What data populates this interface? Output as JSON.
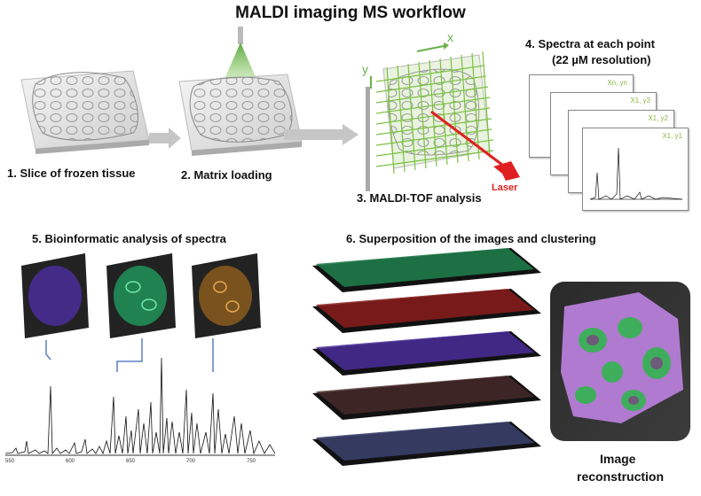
{
  "title": "MALDI imaging MS workflow",
  "steps": {
    "s1": "1. Slice of frozen tissue",
    "s2": "2. Matrix loading",
    "s3": "3. MALDI-TOF analysis",
    "s4_line1": "4. Spectra at each point",
    "s4_line2": "(22 µM resolution)",
    "s5": "5. Bioinformatic analysis of spectra",
    "s6": "6. Superposition of the images and clustering",
    "s7_line1": "Image",
    "s7_line2": "reconstruction"
  },
  "maldi": {
    "x_axis": "x",
    "y_axis": "y",
    "laser": "Laser"
  },
  "spectra_cards": [
    {
      "coord": "Xn, yn"
    },
    {
      "coord": "X1, y3"
    },
    {
      "coord": "X1, y2"
    },
    {
      "coord": "X1, y1"
    }
  ],
  "spectrum_ticks": [
    "550",
    "600",
    "650",
    "700",
    "750"
  ],
  "colors": {
    "purple": "#6a3fc4",
    "green": "#2fc47a",
    "orange": "#d78a2a",
    "red": "#c42a2a",
    "blue": "#7a86d6",
    "laser": "#e02020",
    "grid": "#7cc242"
  }
}
